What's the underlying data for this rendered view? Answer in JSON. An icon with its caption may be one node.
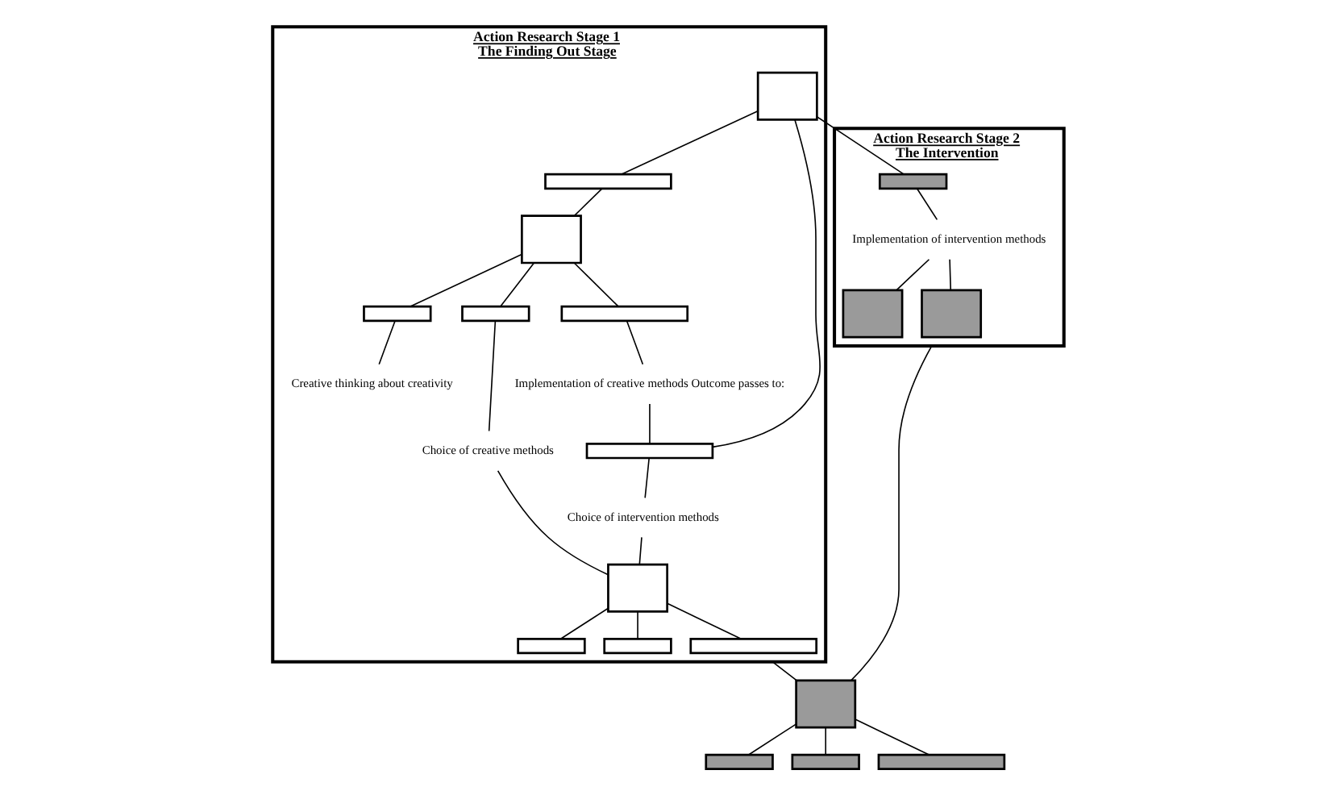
{
  "diagram": {
    "nodes": [
      {
        "text": [
          "Action Research Stage 1",
          "The Finding Out Stage"
        ]
      },
      {
        "text": [
          "Action Research Stage 2",
          "The Intervention"
        ]
      },
      {
        "text": [],
        "shape": "box",
        "in": 0
      },
      {
        "text": [],
        "shape": "bar",
        "in": 0
      },
      {
        "text": [],
        "shape": "box",
        "in": 0
      },
      {
        "text": [],
        "shape": "bar",
        "in": 0
      },
      {
        "text": [],
        "shape": "bar",
        "in": 0
      },
      {
        "text": [],
        "shape": "bar",
        "in": 0
      },
      {
        "text": [
          "Creative thinking about creativity"
        ],
        "in": 0
      },
      {
        "text": [
          "Choice of creative methods"
        ],
        "in": 0
      },
      {
        "text": [
          "Implementation of creative methods Outcome passes to:"
        ],
        "in": 0
      },
      {
        "text": [],
        "shape": "bar",
        "in": 0
      },
      {
        "text": [
          "Choice of intervention methods"
        ],
        "in": 0
      },
      {
        "text": [],
        "shape": "box",
        "in": 0
      },
      {
        "text": [],
        "shape": "bar",
        "in": 0
      },
      {
        "text": [],
        "shape": "bar",
        "in": 0
      },
      {
        "text": [],
        "shape": "bar",
        "in": 0
      },
      {
        "text": [],
        "shape": "bar",
        "in": 1
      },
      {
        "text": [
          "Implementation of intervention methods"
        ],
        "in": 1
      },
      {
        "text": [],
        "shape": "box",
        "in": 1
      },
      {
        "text": [],
        "shape": "box",
        "in": 1
      },
      {
        "text": [],
        "shape": "box"
      },
      {
        "text": [],
        "shape": "bar"
      },
      {
        "text": [],
        "shape": "bar"
      },
      {
        "text": [],
        "shape": "bar"
      }
    ],
    "edges": [
      {
        "from": 2,
        "to": 3,
        "arrow": "none"
      },
      {
        "from": 2,
        "to": 11,
        "arrow": "none"
      },
      {
        "from": 2,
        "to": 17,
        "arrow": "none"
      },
      {
        "from": 3,
        "to": 4,
        "arrow": "none"
      },
      {
        "from": 4,
        "to": 5,
        "arrow": "none"
      },
      {
        "from": 4,
        "to": 6,
        "arrow": "none"
      },
      {
        "from": 4,
        "to": 7,
        "arrow": "none"
      },
      {
        "from": 5,
        "to": 8,
        "arrow": "none"
      },
      {
        "from": 6,
        "to": 9,
        "arrow": "none"
      },
      {
        "from": 7,
        "to": 10,
        "arrow": "none"
      },
      {
        "from": 10,
        "to": 11,
        "arrow": "none"
      },
      {
        "from": 11,
        "to": 12,
        "arrow": "none"
      },
      {
        "from": 12,
        "to": 13,
        "arrow": "none"
      },
      {
        "from": 9,
        "to": 13,
        "arrow": "none"
      },
      {
        "from": 13,
        "to": 14,
        "arrow": "none"
      },
      {
        "from": 13,
        "to": 15,
        "arrow": "none"
      },
      {
        "from": 13,
        "to": 16,
        "arrow": "none"
      },
      {
        "from": 17,
        "to": 18,
        "arrow": "none"
      },
      {
        "from": 18,
        "to": 19,
        "arrow": "none"
      },
      {
        "from": 18,
        "to": 20,
        "arrow": "none"
      },
      {
        "from": 0,
        "to": 21,
        "arrow": "none"
      },
      {
        "from": 1,
        "to": 21,
        "arrow": "none"
      },
      {
        "from": 21,
        "to": 22,
        "arrow": "none"
      },
      {
        "from": 21,
        "to": 23,
        "arrow": "none"
      },
      {
        "from": 21,
        "to": 24,
        "arrow": "none"
      }
    ]
  }
}
